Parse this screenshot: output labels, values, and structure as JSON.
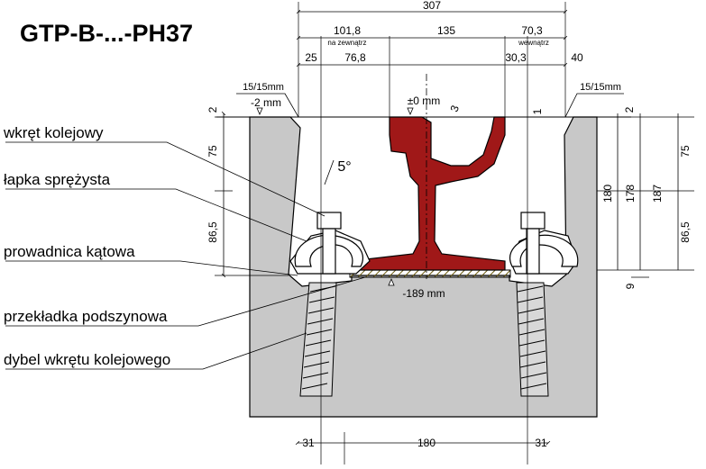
{
  "title": "GTP-B-...-PH37",
  "colors": {
    "concrete": "#c8c8c8",
    "rail": "#a01818",
    "pad": "#c8a020",
    "line": "#000000"
  },
  "callouts": [
    "wkręt kolejowy",
    "łapka sprężysta",
    "prowadnica kątowa",
    "przekładka podszynowa",
    "dybel wkrętu kolejowego"
  ],
  "dimensions": {
    "top_total": "307",
    "left_outer": "101,8",
    "middle": "135",
    "right_outer": "70,3",
    "note_outside": "na zewnątrz",
    "note_inside": "wewnątrz",
    "left_small": "25",
    "left_mid": "76,8",
    "right_mid": "30,3",
    "right_small": "40",
    "slope_left": "15/15mm",
    "slope_right": "15/15mm",
    "level_left": "-2 mm",
    "level_zero": "±0 mm",
    "level_bottom": "-189 mm",
    "rail_gap": "3",
    "right_gap": "1",
    "angle": "5°",
    "left_top": "2",
    "left_v1": "75",
    "left_v2": "86,5",
    "right_top": "2",
    "right_v_180": "180",
    "right_v_178": "178",
    "right_v_187": "187",
    "right_v_75": "75",
    "right_v_865": "86,5",
    "right_bottom": "9",
    "bottom_left": "31",
    "bottom_mid": "180",
    "bottom_right": "31"
  }
}
